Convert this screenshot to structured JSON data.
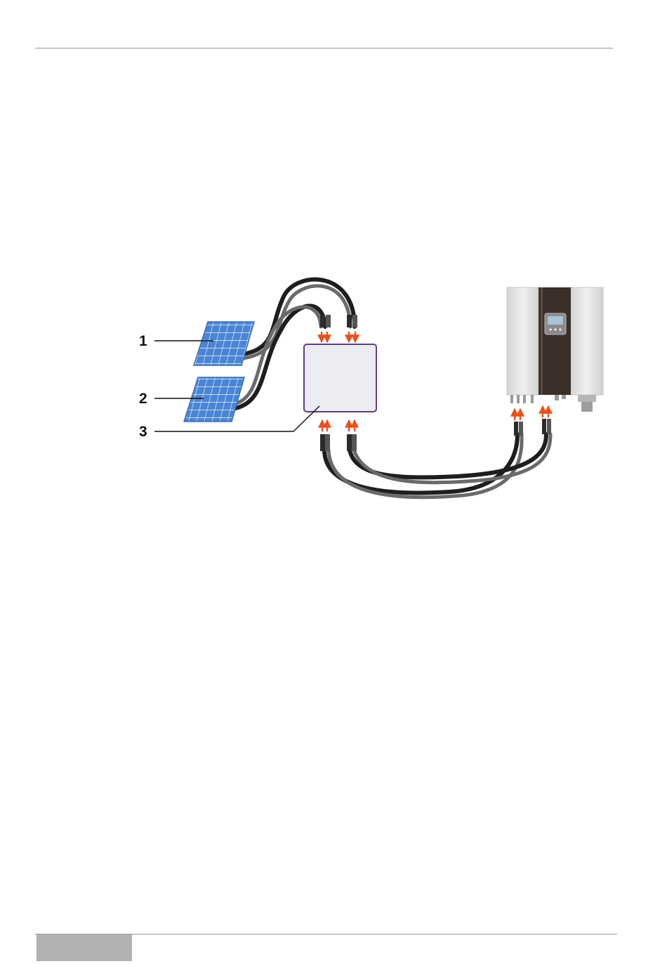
{
  "callouts": [
    {
      "label": "1",
      "target": "solar-panel-1"
    },
    {
      "label": "2",
      "target": "solar-panel-2"
    },
    {
      "label": "3",
      "target": "junction-box"
    }
  ],
  "colors": {
    "panel_blue": "#4a84d4",
    "panel_grid": "#cfe2f7",
    "cable_dark": "#1e1e1e",
    "cable_gray": "#6a6a6a",
    "arrow_orange": "#e8501e",
    "box_border": "#5c3d8a",
    "box_fill": "#ecedf2",
    "inverter_body": "#e3e3e3",
    "inverter_center": "#3b2f2a",
    "footer_tab": "#b2b2b2",
    "rule": "#9a9a9a"
  },
  "icons": [
    "solar-panel",
    "junction-box",
    "inverter",
    "connector",
    "arrow"
  ]
}
